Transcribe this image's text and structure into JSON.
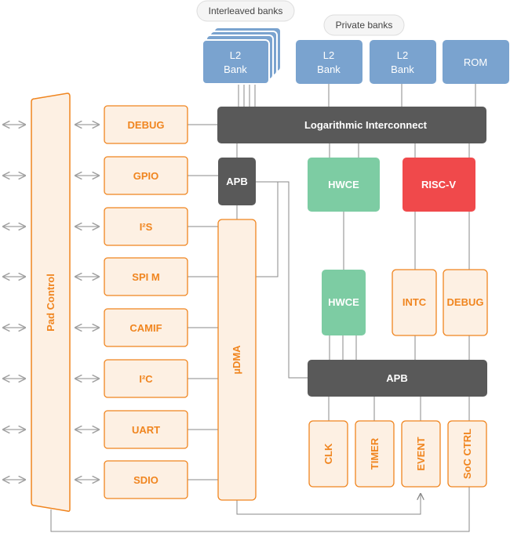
{
  "labels": {
    "interleaved_banks": "Interleaved banks",
    "private_banks": "Private banks"
  },
  "memory": {
    "interleaved_bank_line1": "L2",
    "interleaved_bank_line2": "Bank",
    "private_bank1_line1": "L2",
    "private_bank1_line2": "Bank",
    "private_bank2_line1": "L2",
    "private_bank2_line2": "Bank",
    "rom": "ROM"
  },
  "interconnect": "Logarithmic Interconnect",
  "pad_control": "Pad Control",
  "peripherals": [
    "DEBUG",
    "GPIO",
    "I²S",
    "SPI M",
    "CAMIF",
    "I²C",
    "UART",
    "SDIO"
  ],
  "apb_top": "APB",
  "udma": "µDMA",
  "hwce_top": "HWCE",
  "riscv": "RISC-V",
  "hwce_bottom": "HWCE",
  "intc": "INTC",
  "debug_right": "DEBUG",
  "apb_bottom": "APB",
  "soc_blocks": [
    "CLK",
    "TIMER",
    "EVENT",
    "SoC CTRL"
  ],
  "colors": {
    "orange_border": "#f0851f",
    "orange_fill": "#fdf0e3",
    "blue": "#7aa3cf",
    "dark": "#595959",
    "green": "#7dcca3",
    "red": "#f0494b"
  }
}
